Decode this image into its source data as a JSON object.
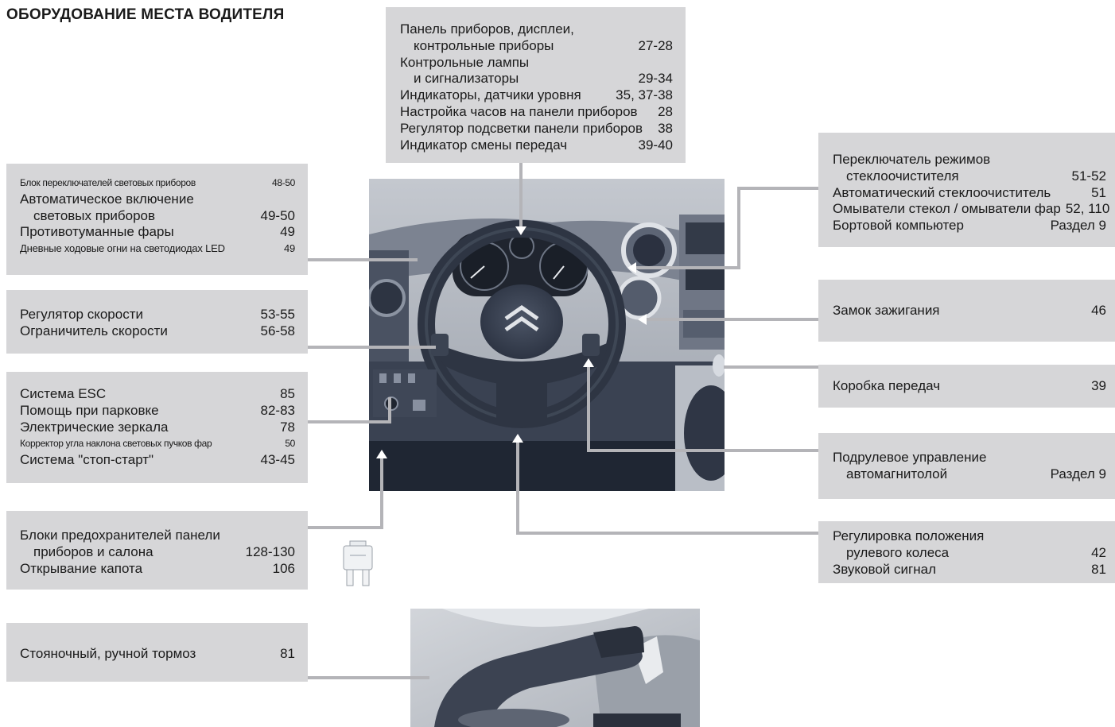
{
  "page": {
    "title": "ОБОРУДОВАНИЕ МЕСТА ВОДИТЕЛЯ"
  },
  "colors": {
    "box_bg": "#d6d6d8",
    "leader_line": "#b4b4b8",
    "dashboard_dark": "#2b3444",
    "dashboard_light": "#c9cdd3"
  },
  "boxes": {
    "instrument_panel": {
      "rows": [
        {
          "text": "Панель приборов, дисплеи,",
          "page": ""
        },
        {
          "text": "контрольные приборы",
          "page": "27-28"
        },
        {
          "text": "Контрольные лампы",
          "page": ""
        },
        {
          "text": "и сигнализаторы",
          "page": "29-34"
        },
        {
          "text": "Индикаторы, датчики уровня",
          "page": "35, 37-38"
        },
        {
          "text": "Настройка часов на панели приборов",
          "page": "28"
        },
        {
          "text": "Регулятор подсветки панели приборов",
          "page": "38"
        },
        {
          "text": "Индикатор смены передач",
          "page": "39-40"
        }
      ]
    },
    "lighting": {
      "rows": [
        {
          "text": "Блок переключателей световых приборов",
          "page": "48-50"
        },
        {
          "text": "Автоматическое включение",
          "page": ""
        },
        {
          "text": "световых приборов",
          "page": "49-50"
        },
        {
          "text": "Противотуманные фары",
          "page": "49"
        },
        {
          "text": "Дневные ходовые огни на светодиодах LED",
          "page": "49"
        }
      ]
    },
    "speed": {
      "rows": [
        {
          "text": "Регулятор скорости",
          "page": "53-55"
        },
        {
          "text": "Ограничитель скорости",
          "page": "56-58"
        }
      ]
    },
    "esc": {
      "rows": [
        {
          "text": "Система ESC",
          "page": "85"
        },
        {
          "text": "Помощь при парковке",
          "page": "82-83"
        },
        {
          "text": "Электрические зеркала",
          "page": "78"
        },
        {
          "text": "Корректор угла наклона световых пучков фар",
          "page": "50"
        },
        {
          "text": "Система \"стоп-старт\"",
          "page": "43-45"
        }
      ]
    },
    "fuses": {
      "rows": [
        {
          "text": "Блоки предохранителей панели",
          "page": ""
        },
        {
          "text": "приборов и салона",
          "page": "128-130"
        },
        {
          "text": "Открывание капота",
          "page": "106"
        }
      ]
    },
    "parking_brake": {
      "rows": [
        {
          "text": "Стояночный, ручной тормоз",
          "page": "81"
        }
      ]
    },
    "wipers": {
      "rows": [
        {
          "text": "Переключатель режимов",
          "page": ""
        },
        {
          "text": "стеклоочистителя",
          "page": "51-52"
        },
        {
          "text": "Автоматический стеклоочиститель",
          "page": "51"
        },
        {
          "text": "Омыватели стекол / омыватели фар",
          "page": "52, 110"
        },
        {
          "text": "Бортовой компьютер",
          "page": "Раздел 9"
        }
      ]
    },
    "ignition": {
      "rows": [
        {
          "text": "Замок зажигания",
          "page": "46"
        }
      ]
    },
    "gearbox": {
      "rows": [
        {
          "text": "Коробка передач",
          "page": "39"
        }
      ]
    },
    "audio": {
      "rows": [
        {
          "text": "Подрулевое управление",
          "page": ""
        },
        {
          "text": "автомагнитолой",
          "page": "Раздел 9"
        }
      ]
    },
    "steering": {
      "rows": [
        {
          "text": "Регулировка положения",
          "page": ""
        },
        {
          "text": "рулевого колеса",
          "page": "42"
        },
        {
          "text": "Звуковой сигнал",
          "page": "81"
        }
      ]
    }
  }
}
